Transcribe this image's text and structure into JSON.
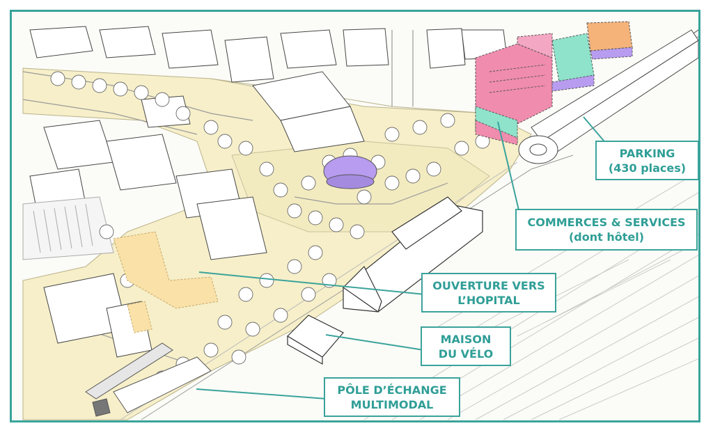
{
  "colors": {
    "frame": "#3aa39b",
    "label_text": "#2f9e96",
    "promenade": "#f6efc9",
    "hotel_pink": "#f08cae",
    "mint": "#8fe3cb",
    "orange": "#f5b37a",
    "lavender": "#b79cf0",
    "pale_yellow": "#f9e1a8"
  },
  "labels": {
    "parking": {
      "line1": "PARKING",
      "line2": "(430 places)"
    },
    "commerces": {
      "line1": "COMMERCES & SERVICES",
      "line2": "(dont hôtel)"
    },
    "ouverture": {
      "line1": "OUVERTURE VERS",
      "line2": "L’HOPITAL"
    },
    "maison": {
      "line1": "MAISON",
      "line2": "DU VÉLO"
    },
    "pole": {
      "line1": "PÔLE D’ÉCHANGE",
      "line2": "MULTIMODAL"
    }
  }
}
